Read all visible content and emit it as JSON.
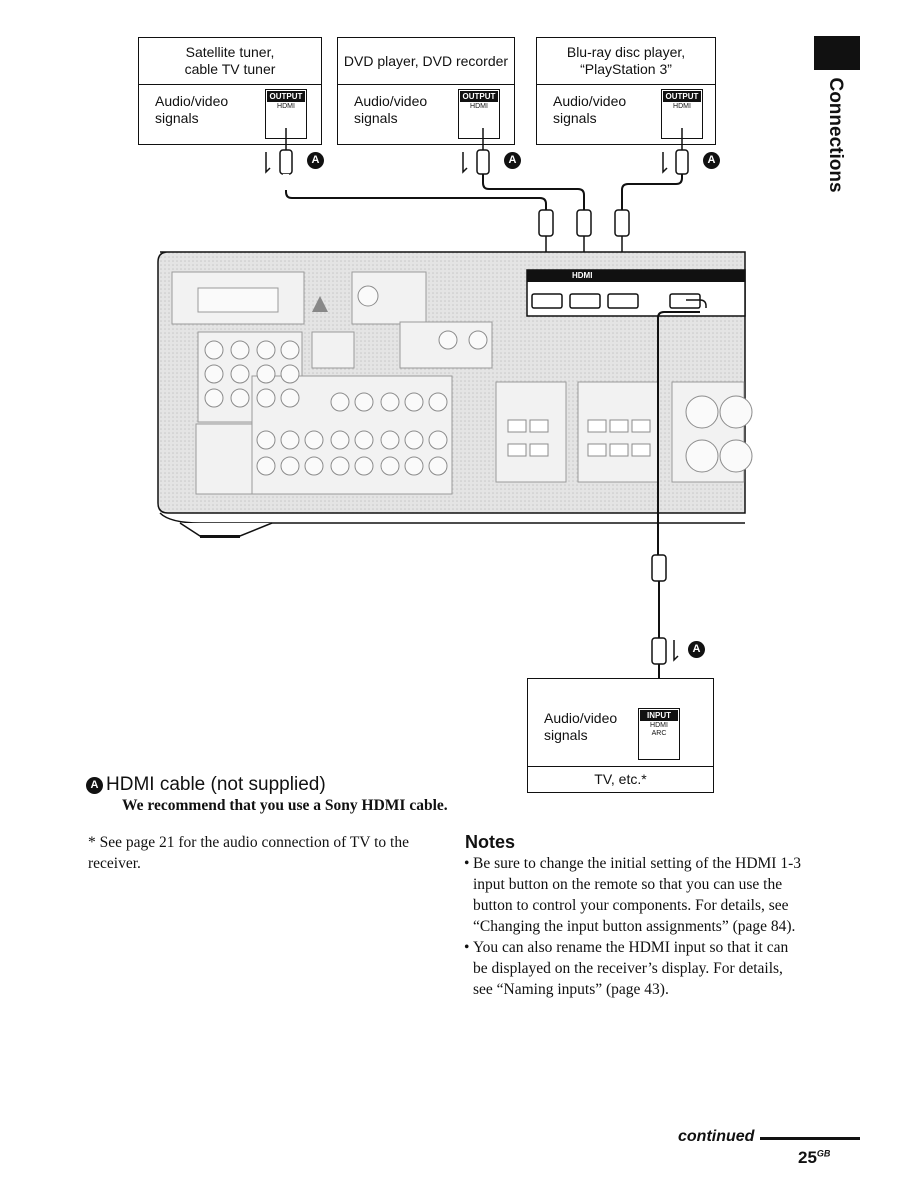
{
  "side_tab": {
    "title": "Connections"
  },
  "sources": [
    {
      "name": "Satellite tuner,\ncable TV tuner",
      "signals": "Audio/video\nsignals",
      "port_tag": "OUTPUT",
      "port_label": "HDMI",
      "badge": "A"
    },
    {
      "name": "DVD player, DVD recorder",
      "signals": "Audio/video\nsignals",
      "port_tag": "OUTPUT",
      "port_label": "HDMI",
      "badge": "A"
    },
    {
      "name": "Blu-ray disc player,\n“PlayStation 3”",
      "signals": "Audio/video\nsignals",
      "port_tag": "OUTPUT",
      "port_label": "HDMI",
      "badge": "A"
    }
  ],
  "tv": {
    "name": "TV, etc.*",
    "signals": "Audio/video\nsignals",
    "port_tag": "INPUT",
    "port_label": "HDMI\nARC",
    "badge": "A"
  },
  "receiver": {
    "hdmi_label": "HDMI"
  },
  "legend": {
    "badge": "A",
    "title": "HDMI cable (not supplied)",
    "note": "We recommend that you use a Sony HDMI cable."
  },
  "footnote": "* See page 21 for the audio connection of TV to the receiver.",
  "notes": {
    "heading": "Notes",
    "items": [
      "Be sure to change the initial setting of the HDMI 1-3 input button on the remote so that you can use the button to control your components. For details, see “Changing the input button assignments” (page 84).",
      "You can also rename the HDMI input so that it can be displayed on the receiver’s display. For details, see “Naming inputs” (page 43)."
    ]
  },
  "footer": {
    "continued": "continued",
    "page_number": "25",
    "page_suffix": "GB"
  }
}
